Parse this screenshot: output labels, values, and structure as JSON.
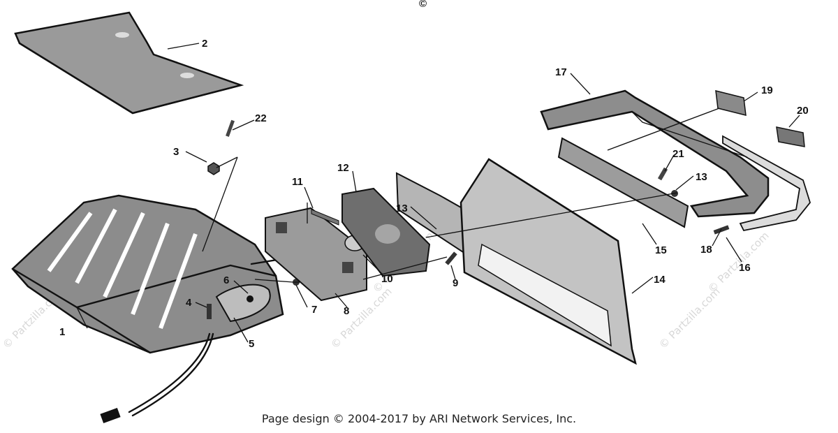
{
  "diagram": {
    "callouts": [
      {
        "id": "1",
        "label": "1"
      },
      {
        "id": "2",
        "label": "2"
      },
      {
        "id": "3",
        "label": "3"
      },
      {
        "id": "4",
        "label": "4"
      },
      {
        "id": "5",
        "label": "5"
      },
      {
        "id": "6",
        "label": "6"
      },
      {
        "id": "7",
        "label": "7"
      },
      {
        "id": "8",
        "label": "8"
      },
      {
        "id": "9",
        "label": "9"
      },
      {
        "id": "10",
        "label": "10"
      },
      {
        "id": "11",
        "label": "11"
      },
      {
        "id": "12",
        "label": "12"
      },
      {
        "id": "13a",
        "label": "13"
      },
      {
        "id": "13b",
        "label": "13"
      },
      {
        "id": "14",
        "label": "14"
      },
      {
        "id": "15",
        "label": "15"
      },
      {
        "id": "16",
        "label": "16"
      },
      {
        "id": "17",
        "label": "17"
      },
      {
        "id": "18",
        "label": "18"
      },
      {
        "id": "19",
        "label": "19"
      },
      {
        "id": "20",
        "label": "20"
      },
      {
        "id": "21",
        "label": "21"
      },
      {
        "id": "22",
        "label": "22"
      }
    ],
    "watermark": "© Partzilla.com",
    "top_mark": "©"
  },
  "footer": {
    "text": "Page design © 2004-2017 by ARI Network Services, Inc."
  }
}
